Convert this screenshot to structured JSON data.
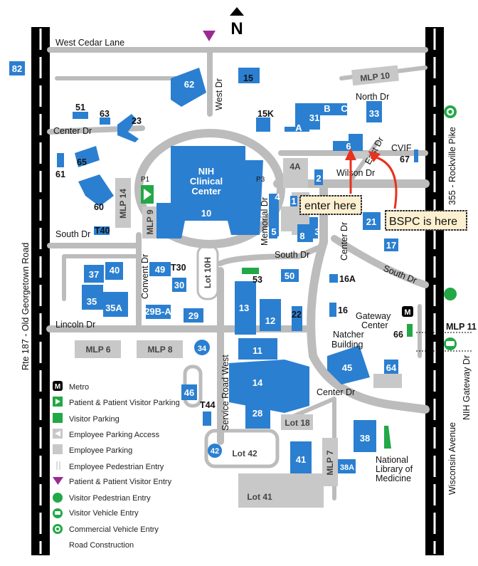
{
  "compass": "N",
  "roads": {
    "west_cedar": "West Cedar Lane",
    "rte187": "Rte 187 - Old Georgetown Road",
    "rockville": "355 - Rockville Pike",
    "wisconsin": "Wisconsin Avenue",
    "gateway_dr": "NIH Gateway Dr",
    "center_dr_w": "Center Dr",
    "center_dr_s": "Center Dr",
    "west_dr": "West Dr",
    "east_dr": "East Dr",
    "wilson_dr": "Wilson Dr",
    "north_dr": "North Dr",
    "south_dr_w": "South Dr",
    "south_dr_c": "South Dr",
    "south_dr_e": "South Dr",
    "memorial_dr": "Memorial Dr",
    "convent_dr": "Convent Dr",
    "lincoln_dr": "Lincoln Dr",
    "service_rd": "Service Road West",
    "center_dr_v": "Center Dr"
  },
  "buildings": {
    "b82": "82",
    "b62": "62",
    "b15": "15",
    "b51": "51",
    "b63": "63",
    "b23": "23",
    "b15k": "15K",
    "b31": "31",
    "b31a": "A",
    "b31b": "B",
    "b31c": "C",
    "b33": "33",
    "b65": "65",
    "b61": "61",
    "b6": "6",
    "cvif": "CVIF",
    "b67": "67",
    "b2": "2",
    "b60": "60",
    "t40": "T40",
    "cc1": "NIH",
    "cc2": "Clinical",
    "cc3": "Center",
    "b10": "10",
    "p1": "P1",
    "p3": "P3",
    "b4": "4",
    "b1": "1",
    "b5": "5",
    "b8": "8",
    "b3": "3",
    "b21": "21",
    "b17": "17",
    "b49": "49",
    "t30": "T30",
    "b30": "30",
    "b37": "37",
    "b40": "40",
    "b35": "35",
    "b35a": "35A",
    "b53": "53",
    "b50": "50",
    "b16a": "16A",
    "b13": "13",
    "b12": "12",
    "b22": "22",
    "b16": "16",
    "gateway1": "Gateway",
    "gateway2": "Center",
    "b66": "66",
    "b29ba": "29B-A",
    "b29": "29",
    "natcher1": "Natcher",
    "natcher2": "Building",
    "b11": "11",
    "b45": "45",
    "b64": "64",
    "b34": "34",
    "b14": "14",
    "b46": "46",
    "t44": "T44",
    "b28": "28",
    "b38": "38",
    "b42": "42",
    "b41": "41",
    "b38a": "38A",
    "nlm1": "National",
    "nlm2": "Library of",
    "nlm3": "Medicine"
  },
  "parking": {
    "mlp10": "MLP 10",
    "mlp14": "MLP 14",
    "mlp9": "MLP 9",
    "lot4a": "4A",
    "lot10h": "Lot 10H",
    "mlp6": "MLP 6",
    "mlp8": "MLP 8",
    "mlp11": "MLP 11",
    "lot18": "Lot 18",
    "lot42": "Lot 42",
    "mlp7": "MLP 7",
    "lot41": "Lot 41"
  },
  "annotations": {
    "enter": "enter here",
    "bspc": "BSPC is here",
    "metro": "M"
  },
  "legend": [
    {
      "icon": "metro-icon",
      "label": "Metro"
    },
    {
      "icon": "patient-parking-icon",
      "label": "Patient & Patient Visitor Parking"
    },
    {
      "icon": "visitor-parking-icon",
      "label": "Visitor Parking"
    },
    {
      "icon": "employee-parking-access-icon",
      "label": "Employee Parking Access"
    },
    {
      "icon": "employee-parking-icon",
      "label": "Employee Parking"
    },
    {
      "icon": "employee-pedestrian-entry-icon",
      "label": "Employee Pedestrian Entry"
    },
    {
      "icon": "patient-entry-icon",
      "label": "Patient & Patient Visitor Entry"
    },
    {
      "icon": "visitor-pedestrian-entry-icon",
      "label": "Visitor Pedestrian Entry"
    },
    {
      "icon": "visitor-vehicle-entry-icon",
      "label": "Visitor Vehicle Entry"
    },
    {
      "icon": "commercial-vehicle-entry-icon",
      "label": "Commercial Vehicle Entry"
    },
    {
      "icon": "road-construction-icon",
      "label": "Road Construction"
    }
  ],
  "colors": {
    "building": "#2b7fd0",
    "road": "#bcbcbc",
    "green": "#22a846",
    "purple": "#9b2a92",
    "arrow": "#e8321e"
  }
}
